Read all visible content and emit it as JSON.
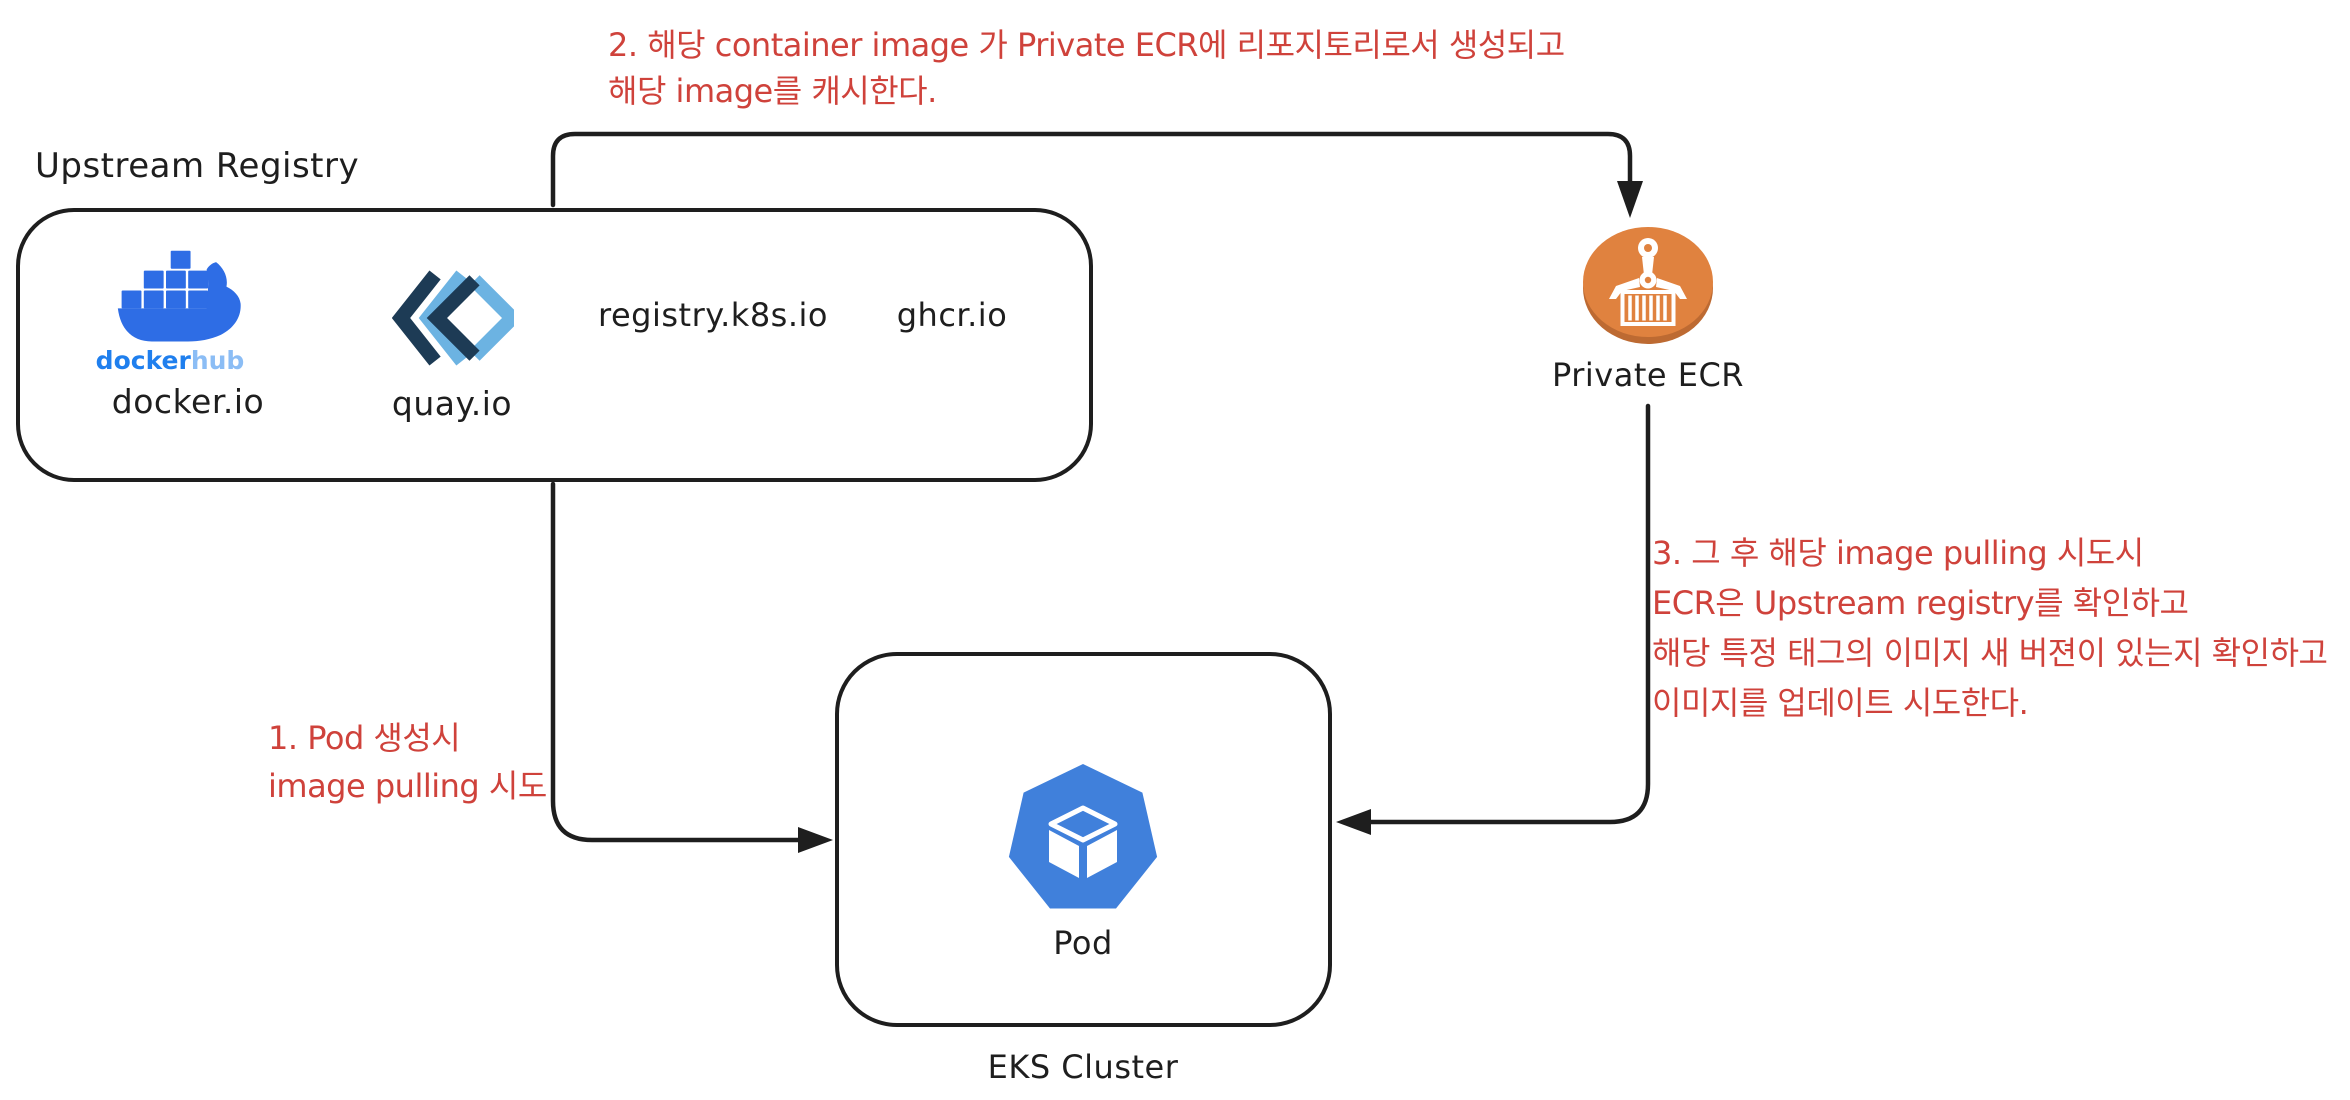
{
  "colors": {
    "background": "#ffffff",
    "line": "#1e1e1e",
    "annotation_red": "#cf423b",
    "docker_blue": "#2e6de5",
    "dockerhub_docker_blue": "#1f7fee",
    "dockerhub_hub_blue": "#8bbdf5",
    "quay_dark": "#1d3b55",
    "quay_light": "#6cb3e2",
    "ecr_orange": "#e0823f",
    "ecr_rim": "#bd6a32",
    "pod_blue": "#4080db"
  },
  "icons": {
    "docker_whale": "docker-whale-icon",
    "quay_logo": "quay-logo-icon",
    "ecr": "ecr-crane-container-icon",
    "pod": "kubernetes-pod-heptagon-icon"
  },
  "upstream": {
    "title": "Upstream Registry",
    "dockerhub_wordmark": {
      "docker": "docker",
      "hub": "hub"
    },
    "labels": {
      "docker": "docker.io",
      "quay": "quay.io",
      "k8s": "registry.k8s.io",
      "ghcr": "ghcr.io"
    }
  },
  "ecr": {
    "label": "Private ECR"
  },
  "eks": {
    "label": "EKS Cluster",
    "pod_label": "Pod"
  },
  "annotations": {
    "step1": {
      "lines": [
        "1. Pod 생성시",
        "image pulling 시도"
      ]
    },
    "step2": {
      "lines": [
        "2. 해당 container image 가 Private ECR에 리포지토리로서 생성되고",
        "해당 image를 캐시한다."
      ]
    },
    "step3": {
      "lines": [
        "3. 그 후 해당 image pulling 시도시",
        "ECR은 Upstream registry를 확인하고",
        "해당 특정 태그의 이미지 새 버젼이 있는지 확인하고",
        "이미지를 업데이트 시도한다."
      ]
    }
  }
}
